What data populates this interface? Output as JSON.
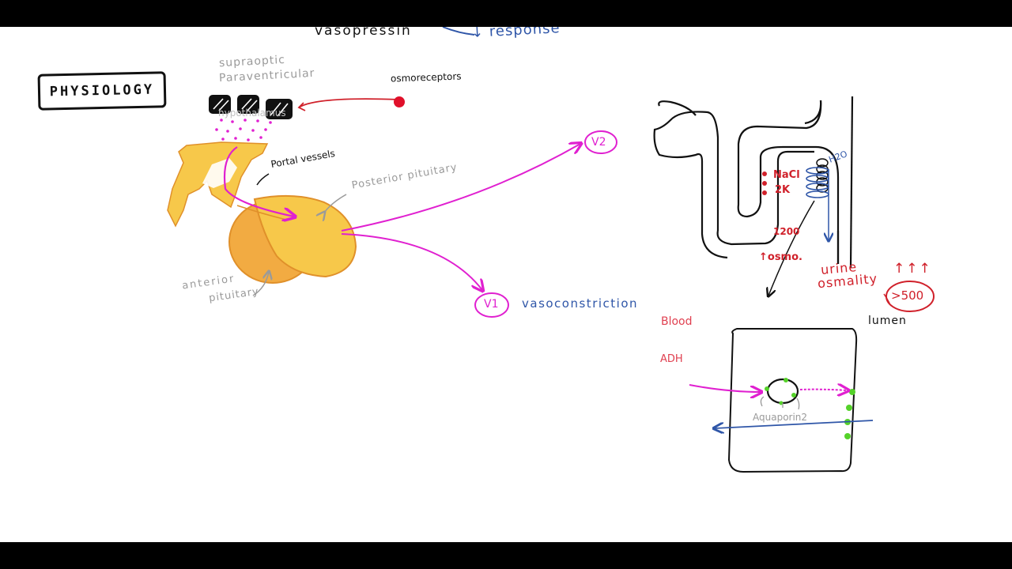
{
  "top_partial": {
    "vasopressin": "vasopressin",
    "response": "↓ response"
  },
  "title": "PHYSIOLOGY",
  "labels": {
    "supraoptic": "supraoptic",
    "paraventricular": "Paraventricular",
    "hypothalamus": "hypothalamus",
    "osmoreceptors": "osmoreceptors",
    "portal_vessels": "Portal vessels",
    "posterior_pituitary": "Posterior pituitary",
    "anterior_pituitary_1": "anterior",
    "anterior_pituitary_2": "pituitary",
    "v2": "V2",
    "v1": "V1",
    "vasoconstriction": "vasoconstriction",
    "nacl": "NaCl",
    "two_k": "2K",
    "value_1200": "1200",
    "h2o": "H2O",
    "up_osmo": "↑osmo.",
    "urine": "urine",
    "osmality": "osmality",
    "arrows_up": "↑↑↑",
    "gt_500": ">500",
    "lumen": "lumen",
    "blood": "Blood",
    "adh": "ADH",
    "aquaporin2": "Aquaporin2"
  },
  "colors": {
    "ink": "#111111",
    "gland_light": "#f7c84a",
    "gland_dark": "#f2ab42",
    "gland_outline": "#e0902a",
    "magenta": "#e020d0",
    "red": "#d0202a",
    "blue": "#2f56a8",
    "green": "#55d22a",
    "gray": "#9a9a9a"
  }
}
